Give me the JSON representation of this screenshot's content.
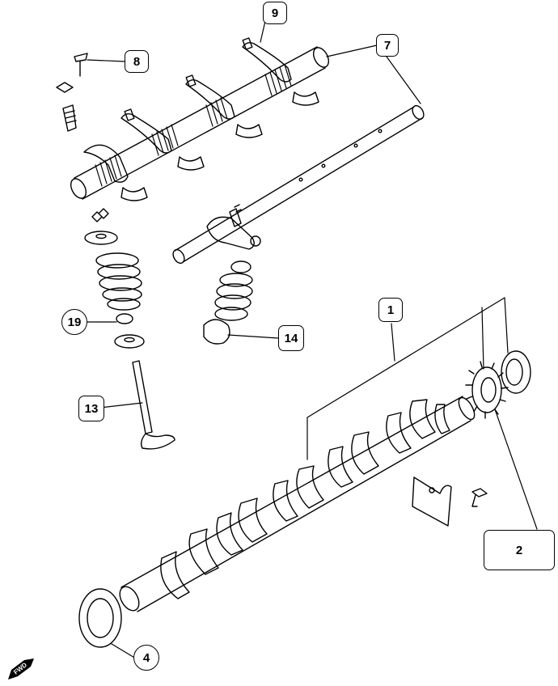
{
  "callouts": {
    "c1": "1",
    "c2": "2",
    "c4": "4",
    "c7": "7",
    "c8": "8",
    "c9": "9",
    "c13": "13",
    "c14": "14",
    "c19": "19"
  },
  "direction_label": "FWD"
}
